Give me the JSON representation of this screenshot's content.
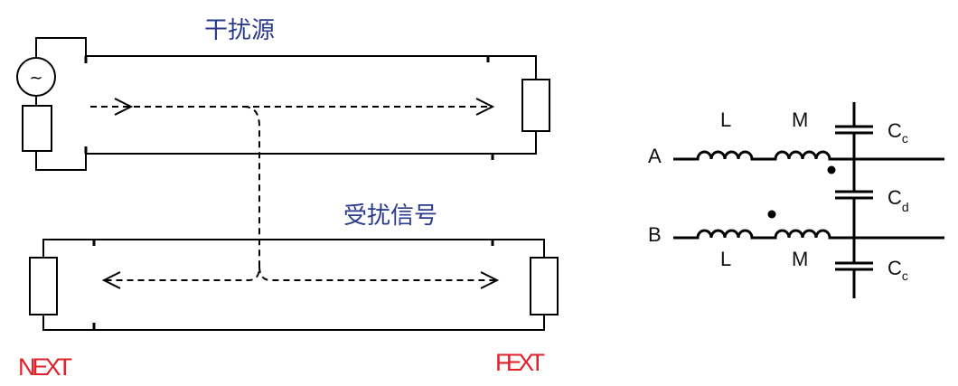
{
  "left_diagram": {
    "aggressor_label": "干扰源",
    "victim_label": "受扰信号",
    "near_end_label": "NEXT",
    "far_end_label": "FEXT",
    "source_symbol": "~",
    "label_color": "#2b3a8a",
    "crosstalk_color": "#e0202a"
  },
  "right_diagram": {
    "node_a": "A",
    "node_b": "B",
    "inductor_label": "L",
    "mutual_label": "M",
    "cap_main": "C",
    "cap_coupling_sub": "c",
    "cap_diff_sub": "d"
  }
}
